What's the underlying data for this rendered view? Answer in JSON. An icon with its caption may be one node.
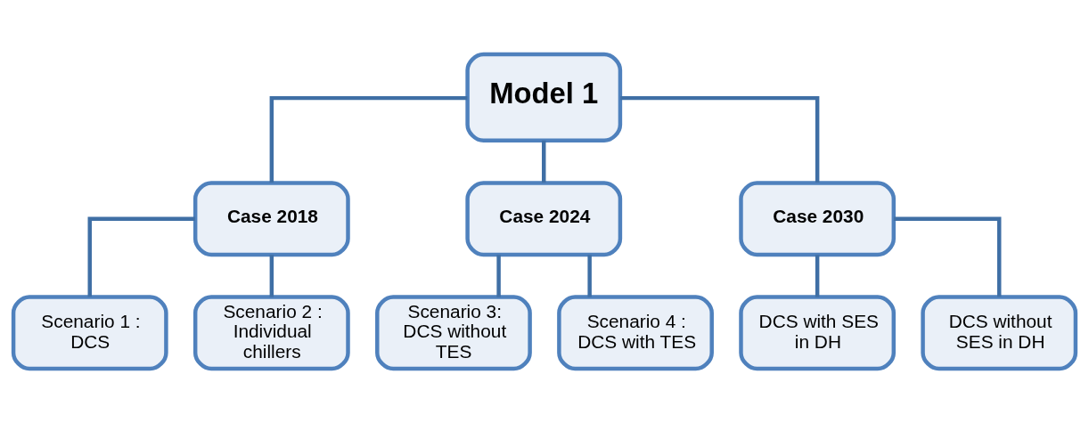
{
  "diagram": {
    "nodes": [
      {
        "text": [
          "Model 1"
        ]
      },
      {
        "text": [
          "Case 2018"
        ]
      },
      {
        "text": [
          "Case 2024"
        ]
      },
      {
        "text": [
          "Case 2030"
        ]
      },
      {
        "text": [
          "Scenario 1 : DCS"
        ]
      },
      {
        "text": [
          "Scenario 2 : Individual chillers"
        ]
      },
      {
        "text": [
          "Scenario 3: DCS without TES"
        ]
      },
      {
        "text": [
          "Scenario 4 : DCS with TES"
        ]
      },
      {
        "text": [
          "DCS with SES in DH"
        ]
      },
      {
        "text": [
          "DCS without SES in DH"
        ]
      }
    ],
    "edges": [
      {
        "from": 0,
        "to": 1,
        "arrow": "none"
      },
      {
        "from": 0,
        "to": 2,
        "arrow": "none"
      },
      {
        "from": 0,
        "to": 3,
        "arrow": "none"
      },
      {
        "from": 1,
        "to": 4,
        "arrow": "none"
      },
      {
        "from": 1,
        "to": 5,
        "arrow": "none"
      },
      {
        "from": 2,
        "to": 6,
        "arrow": "none"
      },
      {
        "from": 2,
        "to": 7,
        "arrow": "none"
      },
      {
        "from": 3,
        "to": 8,
        "arrow": "none"
      },
      {
        "from": 3,
        "to": 9,
        "arrow": "none"
      }
    ]
  }
}
